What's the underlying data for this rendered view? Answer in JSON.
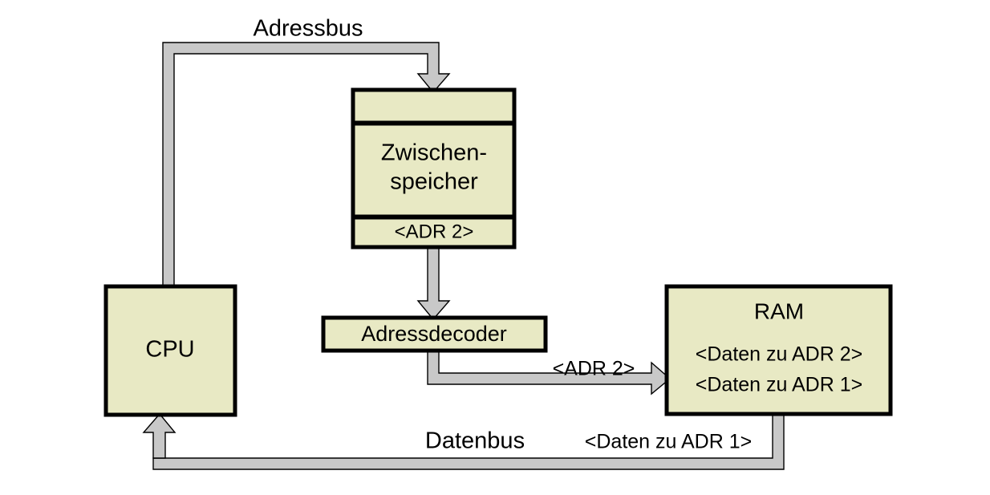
{
  "diagram": {
    "title_label": "Adressbus",
    "colors": {
      "box_fill": "#e8e9c4",
      "box_stroke": "#000000",
      "bus_fill": "#c8c8c8",
      "bus_stroke": "#000000",
      "text": "#000000",
      "background": "#ffffff"
    },
    "nodes": {
      "cpu": {
        "label": "CPU"
      },
      "zwischenspeicher": {
        "top_label": "",
        "main_label_line1": "Zwischen-",
        "main_label_line2": "speicher",
        "bottom_label": "<ADR 2>"
      },
      "adressdecoder": {
        "label": "Adressdecoder"
      },
      "ram": {
        "title": "RAM",
        "row1": "<Daten zu ADR 2>",
        "row2": "<Daten zu ADR 1>"
      }
    },
    "connections": {
      "adressbus": {
        "label": "Adressbus"
      },
      "adr2_to_ram": {
        "label": "<ADR 2>"
      },
      "datenbus": {
        "label": "Datenbus",
        "payload_label": "<Daten zu ADR 1>"
      }
    }
  }
}
